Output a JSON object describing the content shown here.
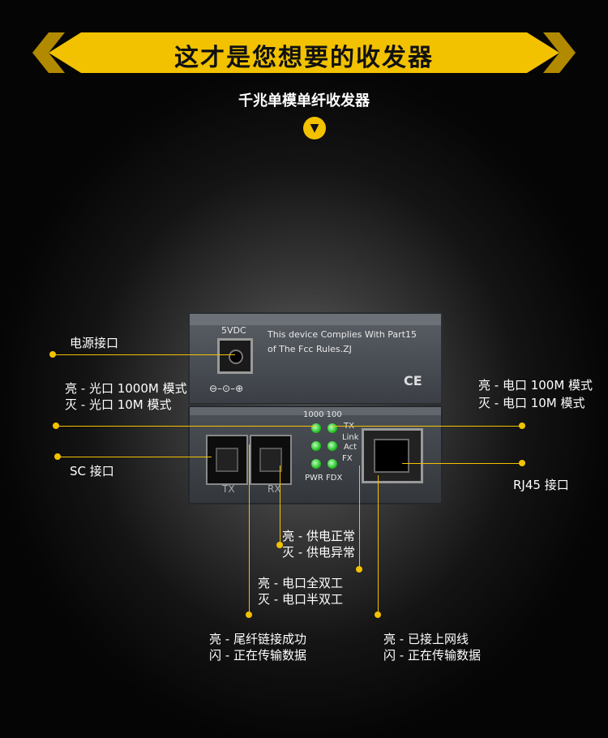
{
  "header": {
    "title": "这才是您想要的收发器",
    "subtitle": "千兆单模单纤收发器",
    "down_icon": "chevron-down-icon"
  },
  "device": {
    "power_port": "5VDC",
    "compliance_line1": "This device Complies With Part15",
    "compliance_line2": "of The Fcc Rules.ZJ",
    "ce_mark": "CE",
    "polarity": "⊖–⊙–⊕",
    "led_header": "1000 100",
    "led_right": [
      "TX",
      "Link",
      "Act",
      "FX"
    ],
    "led_bottom": "PWR FDX",
    "sc_tx": "TX",
    "sc_rx": "RX"
  },
  "annotations": {
    "power": "电源接口",
    "fiber_speed_on": "亮 - 光口 1000M 模式",
    "fiber_speed_off": "灭 - 光口 10M 模式",
    "sc_port": "SC 接口",
    "elec_speed_on": "亮 - 电口 100M 模式",
    "elec_speed_off": "灭 - 电口 10M 模式",
    "rj45_port": "RJ45 接口",
    "pwr_on": "亮 - 供电正常",
    "pwr_off": "灭 - 供电异常",
    "fdx_on": "亮 - 电口全双工",
    "fdx_off": "灭 - 电口半双工",
    "fiber_link_on": "亮 - 尾纤链接成功",
    "fiber_link_blink": "闪 - 正在传输数据",
    "net_link_on": "亮 - 已接上网线",
    "net_link_blink": "闪 - 正在传输数据"
  },
  "colors": {
    "accent": "#f2c200",
    "led": "#28c428"
  }
}
